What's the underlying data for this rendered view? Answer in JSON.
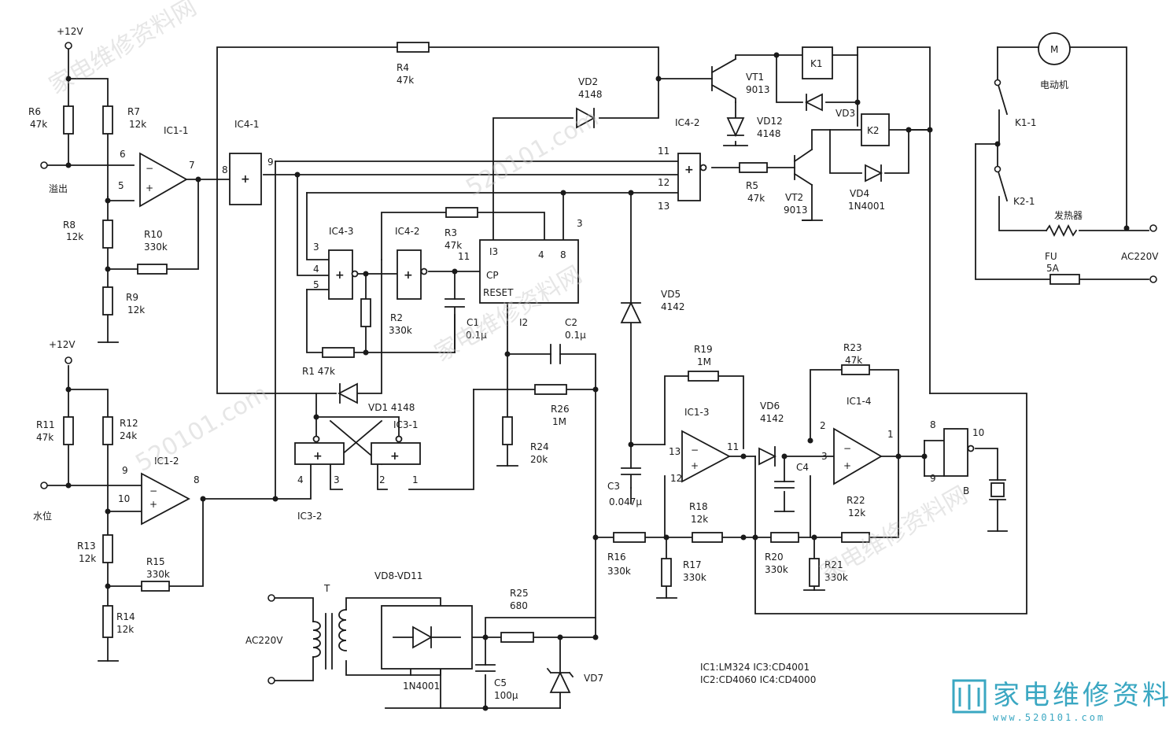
{
  "power": {
    "vcc_top": "+12V",
    "vcc_mid": "+12V",
    "ac_in": "AC220V",
    "ac_out": "AC220V"
  },
  "inputs": {
    "overflow": "溢出",
    "level": "水位"
  },
  "ics": {
    "ic1_1": "IC1-1",
    "ic1_2": "IC1-2",
    "ic1_3": "IC1-3",
    "ic1_4": "IC1-4",
    "ic4_1": "IC4-1",
    "ic4_2_a": "IC4-2",
    "ic4_2_b": "IC4-2",
    "ic4_3": "IC4-3",
    "ic3_1": "IC3-1",
    "ic3_2": "IC3-2",
    "ic2_cp": "CP",
    "ic2_reset": "RESET",
    "ic2_q13": "I3",
    "ic2_q4": "4",
    "ic2_q8": "8",
    "ic2_pin3": "3",
    "ic2_pin11": "11",
    "ic2_pin12": "I2"
  },
  "resistors": {
    "r1": "R1 47k",
    "r2": "R2",
    "r2v": "330k",
    "r3": "R3",
    "r3v": "47k",
    "r4": "R4",
    "r4v": "47k",
    "r5": "R5",
    "r5v": "47k",
    "r6": "R6",
    "r6v": "47k",
    "r7": "R7",
    "r7v": "12k",
    "r8": "R8",
    "r8v": "12k",
    "r9": "R9",
    "r9v": "12k",
    "r10": "R10",
    "r10v": "330k",
    "r11": "R11",
    "r11v": "47k",
    "r12": "R12",
    "r12v": "24k",
    "r13": "R13",
    "r13v": "12k",
    "r14": "R14",
    "r14v": "12k",
    "r15": "R15",
    "r15v": "330k",
    "r16": "R16",
    "r16v": "330k",
    "r17": "R17",
    "r17v": "330k",
    "r18": "R18",
    "r18v": "12k",
    "r19": "R19",
    "r19v": "1M",
    "r20": "R20",
    "r20v": "330k",
    "r21": "R21",
    "r21v": "330k",
    "r22": "R22",
    "r22v": "12k",
    "r23": "R23",
    "r23v": "47k",
    "r24": "R24",
    "r24v": "20k",
    "r25": "R25",
    "r25v": "680",
    "r26": "R26",
    "r26v": "1M"
  },
  "caps": {
    "c1": "C1",
    "c1v": "0.1μ",
    "c2": "C2",
    "c2v": "0.1μ",
    "c3": "C3",
    "c3v": "0.047μ",
    "c4": "C4",
    "c5": "C5",
    "c5v": "100μ"
  },
  "diodes": {
    "vd1": "VD1 4148",
    "vd2": "VD2",
    "vd2v": "4148",
    "vd3": "VD3",
    "vd4": "VD4",
    "vd4v": "1N4001",
    "vd5": "VD5",
    "vd5v": "4142",
    "vd6": "VD6",
    "vd6v": "4142",
    "vd7": "VD7",
    "vd8_11": "VD8-VD11",
    "bridge": "1N4001",
    "vd12": "VD12",
    "vd12v": "4148"
  },
  "transistors": {
    "vt1": "VT1",
    "vt1v": "9013",
    "vt2": "VT2",
    "vt2v": "9013"
  },
  "relays": {
    "k1": "K1",
    "k2": "K2",
    "k1_1": "K1-1",
    "k2_1": "K2-1"
  },
  "loads": {
    "motor": "电动机",
    "motor_sym": "M",
    "heater": "发热器",
    "fuse": "FU",
    "fuse_v": "5A",
    "buzzer": "B",
    "transformer": "T"
  },
  "pins": {
    "p6": "6",
    "p5": "5",
    "p7": "7",
    "p8a": "8",
    "p9a": "9",
    "p9b": "9",
    "p10a": "10",
    "p8b": "8",
    "p11a": "11",
    "p12a": "12",
    "p13a": "13",
    "p3a": "3",
    "p4a": "4",
    "p5a": "5",
    "p13b": "13",
    "p12b": "12",
    "p11b": "11",
    "p2": "2",
    "p3b": "3",
    "p1b": "1",
    "p4c": "4",
    "p3c": "3",
    "p2c": "2",
    "p1c": "1",
    "p8c": "8",
    "p9c": "9",
    "p10c": "10"
  },
  "notes": {
    "line1": "IC1:LM324  IC3:CD4001",
    "line2": "IC2:CD4060  IC4:CD4000"
  },
  "watermark": {
    "text": "家电维修资料网",
    "url": "520101.com",
    "brand": "家电维修资料网",
    "brand_url": "www.520101.com"
  }
}
